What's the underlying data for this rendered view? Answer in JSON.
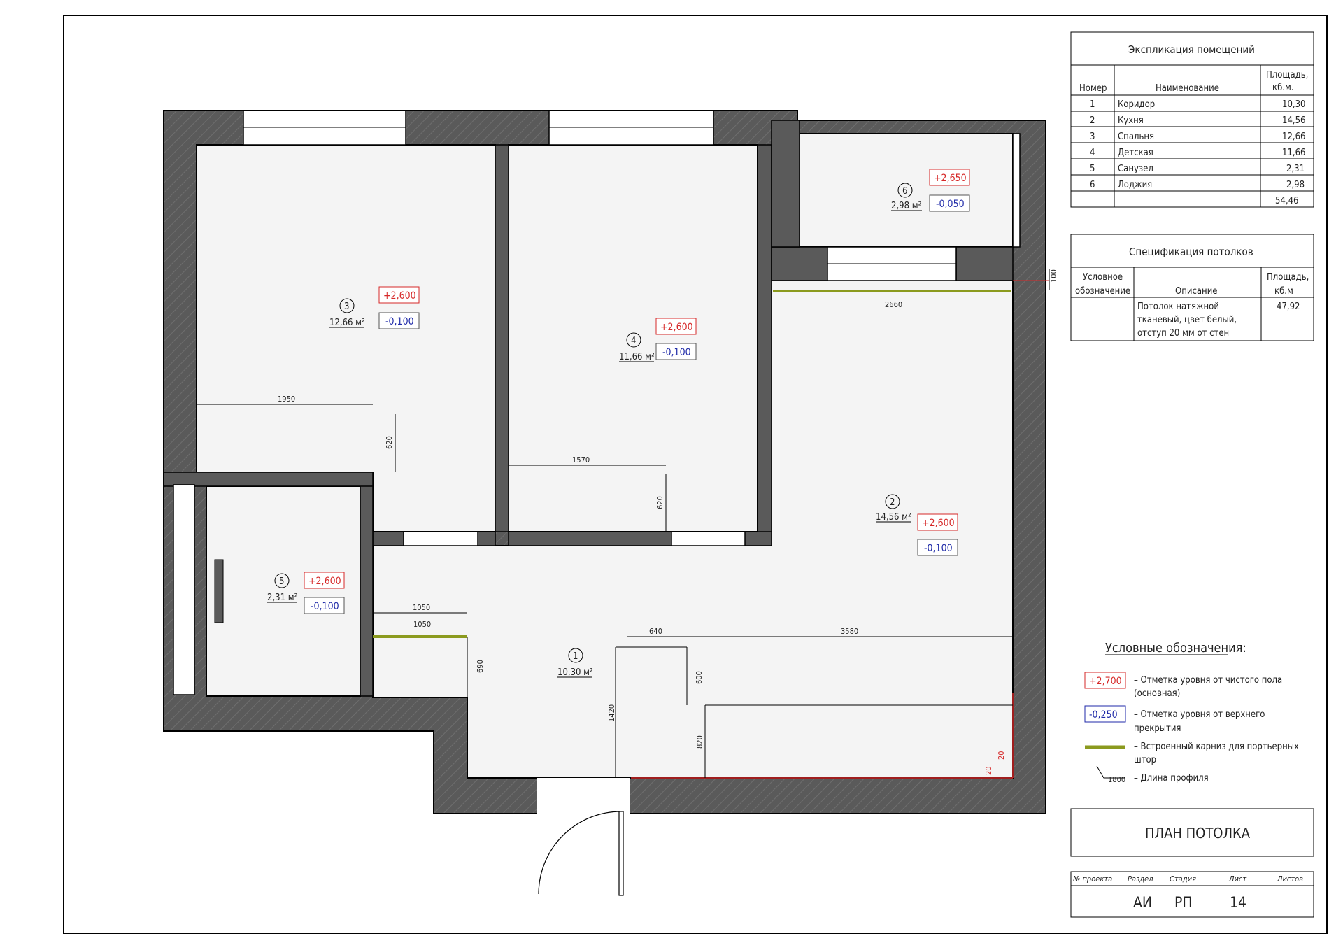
{
  "explication": {
    "title": "Экспликация помещений",
    "headers": [
      "Номер",
      "Наименование",
      "Площадь, кб.м."
    ],
    "rows": [
      [
        "1",
        "Коридор",
        "10,30"
      ],
      [
        "2",
        "Кухня",
        "14,56"
      ],
      [
        "3",
        "Спальня",
        "12,66"
      ],
      [
        "4",
        "Детская",
        "11,66"
      ],
      [
        "5",
        "Санузел",
        "2,31"
      ],
      [
        "6",
        "Лоджия",
        "2,98"
      ]
    ],
    "total": "54,46"
  },
  "ceiling_spec": {
    "title": "Спецификация потолков",
    "headers": [
      "Условное обозначение",
      "Описание",
      "Площадь, кб.м"
    ],
    "description_lines": [
      "Потолок натяжной",
      "тканевый, цвет белый,",
      "отступ 20 мм от стен"
    ],
    "area": "47,92"
  },
  "legend": {
    "title": "Условные обозначения:",
    "items": [
      {
        "symbol": "+2,700",
        "text": [
          "– Отметка уровня от чистого пола",
          "(основная)"
        ]
      },
      {
        "symbol": "-0,250",
        "text": [
          "– Отметка уровня от верхнего",
          "прекрытия"
        ]
      },
      {
        "symbol": "",
        "text": [
          "– Встроенный карниз для портьерных",
          "штор"
        ]
      },
      {
        "symbol": "1800",
        "text": [
          "– Длина профиля"
        ]
      }
    ]
  },
  "title_block": {
    "title": "ПЛАН ПОТОЛКА",
    "headers": [
      "№ проекта",
      "Раздел",
      "Стадия",
      "Лист",
      "Листов"
    ],
    "values": [
      "",
      "АИ",
      "РП",
      "14",
      ""
    ]
  },
  "rooms": [
    {
      "num": "1",
      "area": "10,30 м²"
    },
    {
      "num": "2",
      "area": "14,56 м²",
      "level": "+2,600",
      "offset": "-0,100"
    },
    {
      "num": "3",
      "area": "12,66 м²",
      "level": "+2,600",
      "offset": "-0,100"
    },
    {
      "num": "4",
      "area": "11,66 м²",
      "level": "+2,600",
      "offset": "-0,100"
    },
    {
      "num": "5",
      "area": "2,31 м²",
      "level": "+2,600",
      "offset": "-0,100"
    },
    {
      "num": "6",
      "area": "2,98 м²",
      "level": "+2,650",
      "offset": "-0,050"
    }
  ],
  "dimensions": {
    "d1950": "1950",
    "d620a": "620",
    "d1570": "1570",
    "d620b": "620",
    "d2660": "2660",
    "d100": "100",
    "d1050a": "1050",
    "d1050b": "1050",
    "d690": "690",
    "d640": "640",
    "d3580": "3580",
    "d600": "600",
    "d1420": "1420",
    "d820": "820",
    "d20a": "20",
    "d20b": "20"
  },
  "colors": {
    "wall": "#5a5a5a",
    "floor": "#f4f4f4",
    "red": "#d62828",
    "blue": "#1f2aa8",
    "cornice": "#8b9a1e"
  }
}
